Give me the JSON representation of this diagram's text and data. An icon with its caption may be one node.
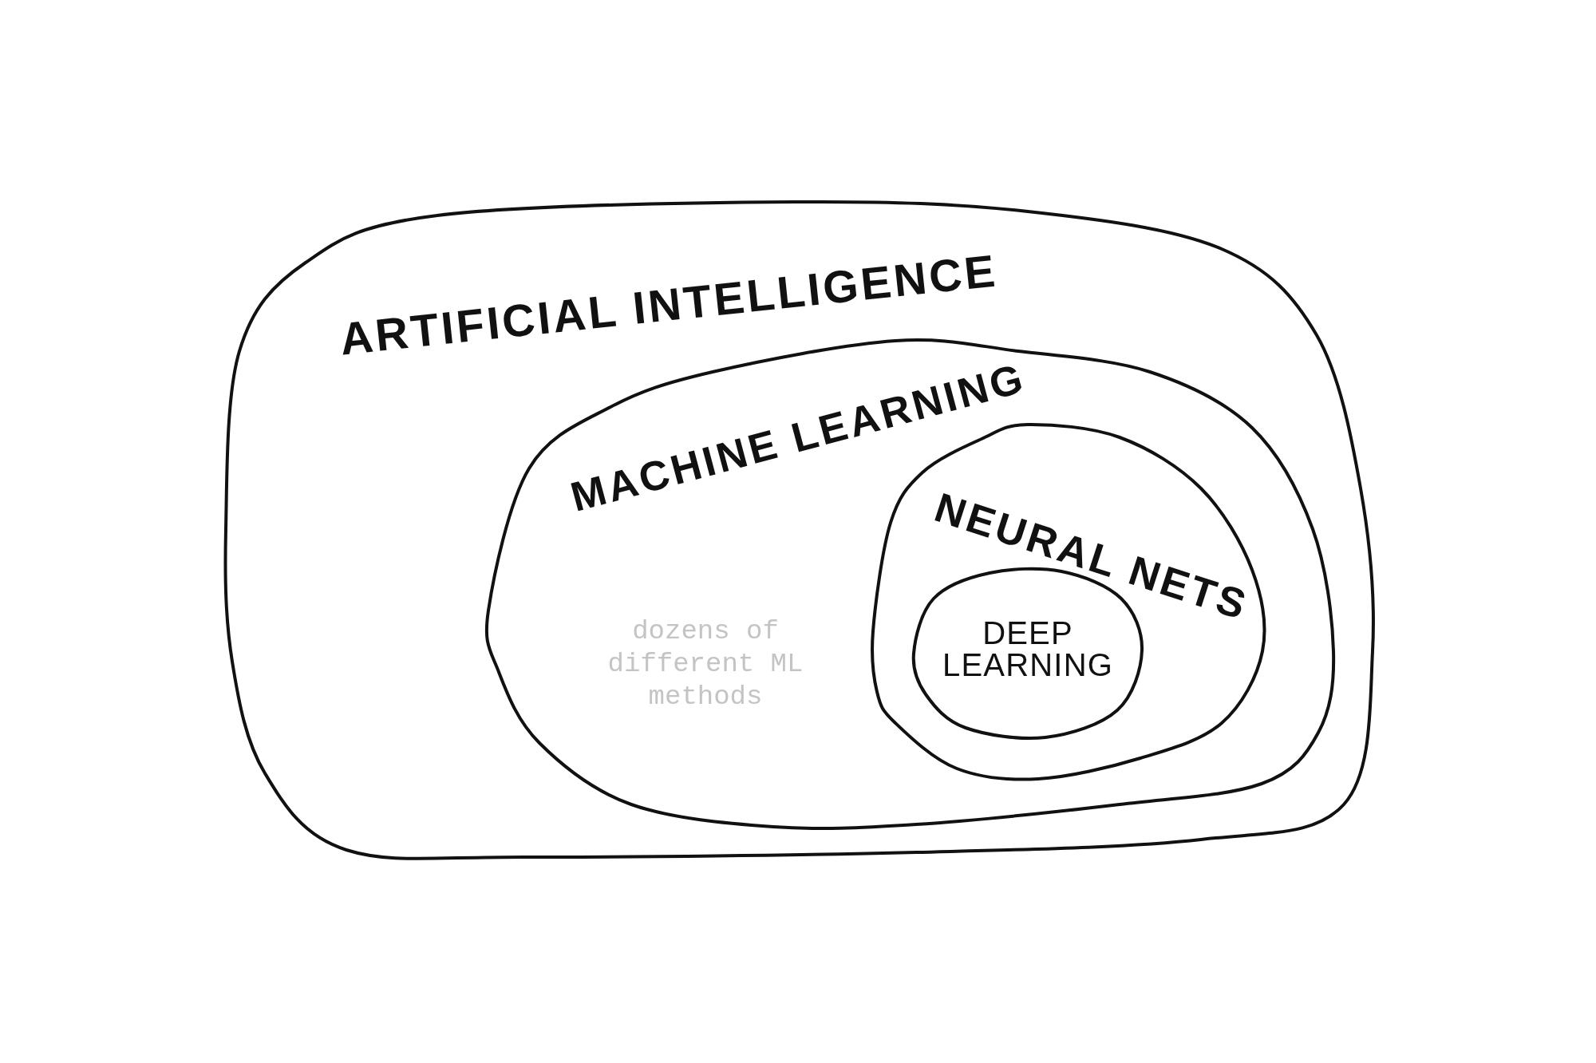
{
  "diagram": {
    "nodes": [
      {
        "text": [
          "ARTIFICIAL INTELLIGENCE"
        ]
      },
      {
        "text": [
          "MACHINE LEARNING"
        ],
        "in": 0
      },
      {
        "text": [
          "NEURAL NETS"
        ],
        "in": 1
      },
      {
        "text": [
          "DEEP LEARNING"
        ],
        "in": 2
      }
    ],
    "labels": [
      "dozens of different ML methods"
    ]
  }
}
